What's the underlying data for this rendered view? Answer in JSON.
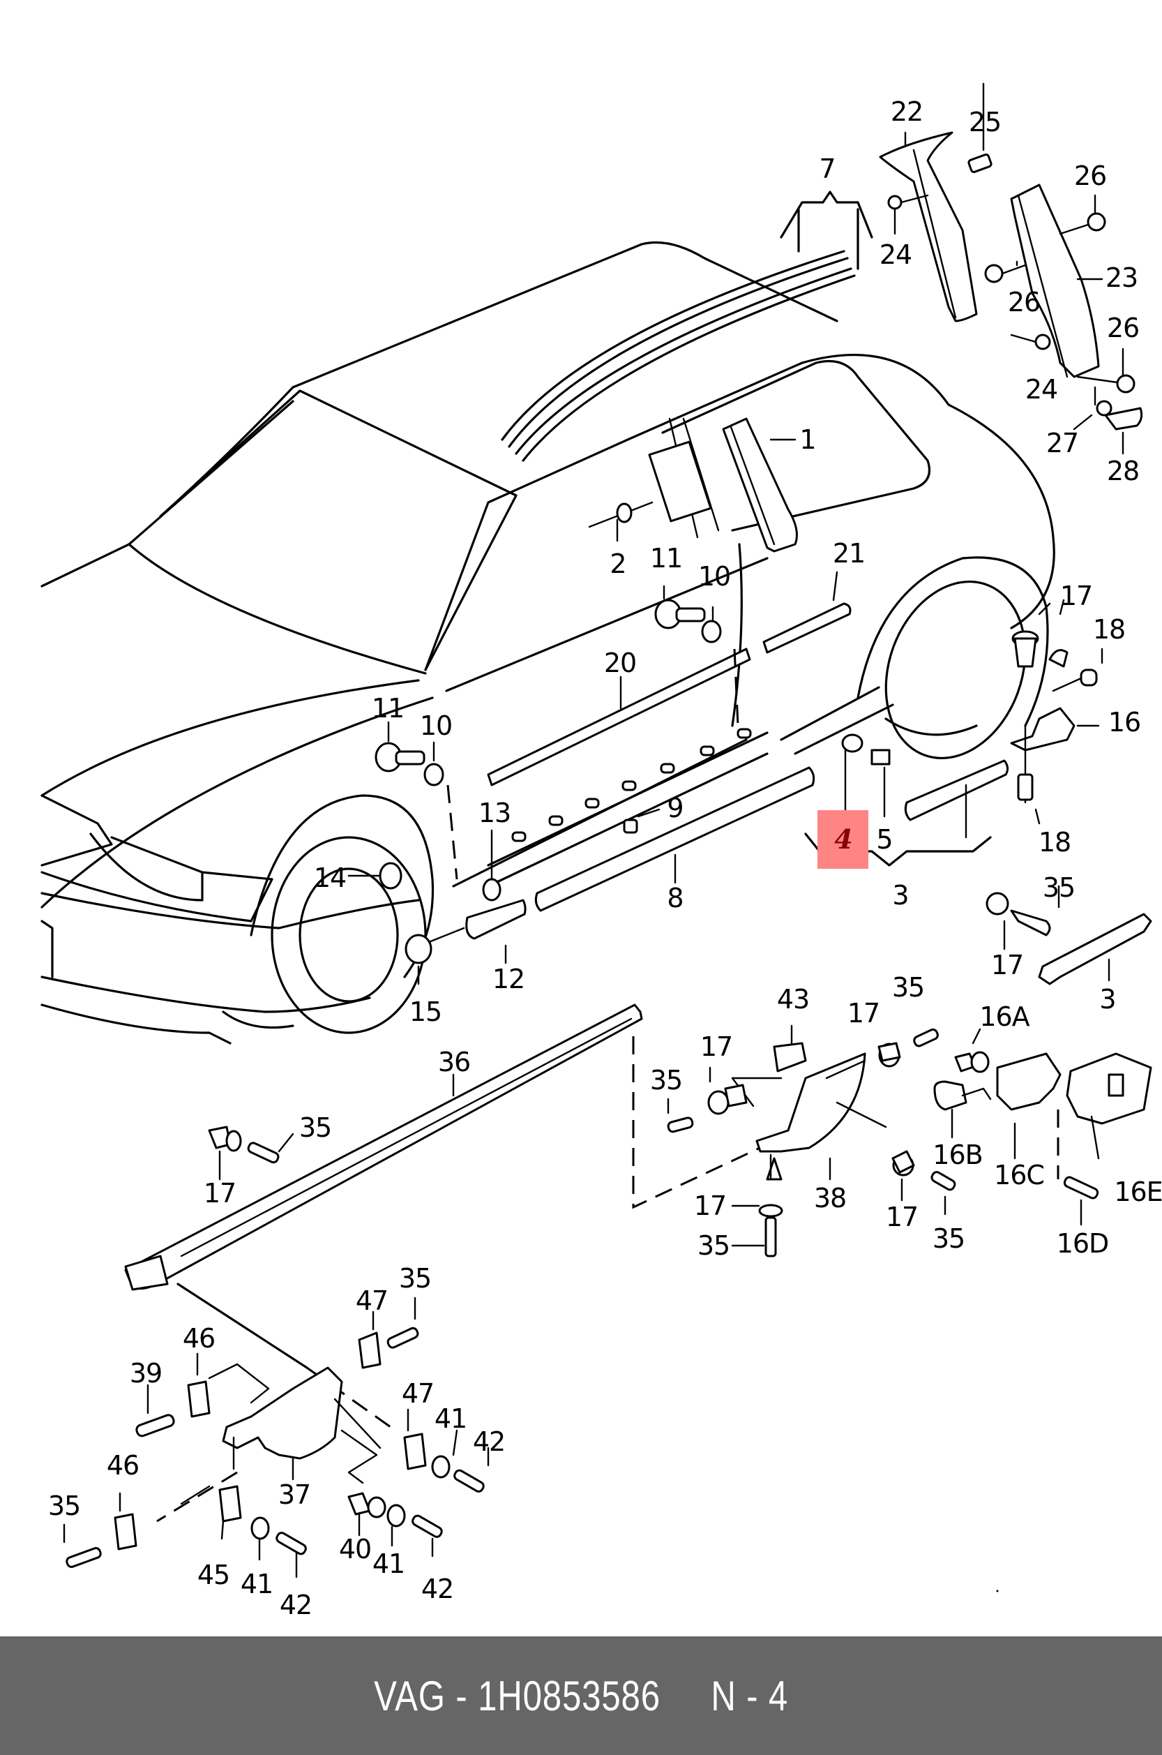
{
  "diagram": {
    "title": "Sill panel trim / side moulding exploded view",
    "highlighted_part": "4",
    "highlight_color": "#ff8585",
    "callouts": [
      {
        "id": "c-22a",
        "text": "22"
      },
      {
        "id": "c-25",
        "text": "25"
      },
      {
        "id": "c-7",
        "text": "7"
      },
      {
        "id": "c-26a",
        "text": "26"
      },
      {
        "id": "c-24a",
        "text": "24"
      },
      {
        "id": "c-23",
        "text": "23"
      },
      {
        "id": "c-26b",
        "text": "26"
      },
      {
        "id": "c-26c",
        "text": "26"
      },
      {
        "id": "c-24b",
        "text": "24"
      },
      {
        "id": "c-1",
        "text": "1"
      },
      {
        "id": "c-27",
        "text": "27"
      },
      {
        "id": "c-28",
        "text": "28"
      },
      {
        "id": "c-2",
        "text": "2"
      },
      {
        "id": "c-11a",
        "text": "11"
      },
      {
        "id": "c-10a",
        "text": "10"
      },
      {
        "id": "c-21",
        "text": "21"
      },
      {
        "id": "c-17a",
        "text": "17"
      },
      {
        "id": "c-18a",
        "text": "18"
      },
      {
        "id": "c-20",
        "text": "20"
      },
      {
        "id": "c-16",
        "text": "16"
      },
      {
        "id": "c-11b",
        "text": "11"
      },
      {
        "id": "c-10b",
        "text": "10"
      },
      {
        "id": "c-13",
        "text": "13"
      },
      {
        "id": "c-9",
        "text": "9"
      },
      {
        "id": "c-4",
        "text": "4"
      },
      {
        "id": "c-5",
        "text": "5"
      },
      {
        "id": "c-18b",
        "text": "18"
      },
      {
        "id": "c-14",
        "text": "14"
      },
      {
        "id": "c-8",
        "text": "8"
      },
      {
        "id": "c-3a",
        "text": "3"
      },
      {
        "id": "c-35a",
        "text": "35"
      },
      {
        "id": "c-12",
        "text": "12"
      },
      {
        "id": "c-17b",
        "text": "17"
      },
      {
        "id": "c-3b",
        "text": "3"
      },
      {
        "id": "c-15",
        "text": "15"
      },
      {
        "id": "c-43",
        "text": "43"
      },
      {
        "id": "c-35b",
        "text": "35"
      },
      {
        "id": "c-17c",
        "text": "17"
      },
      {
        "id": "c-16A",
        "text": "16A"
      },
      {
        "id": "c-36",
        "text": "36"
      },
      {
        "id": "c-17d",
        "text": "17"
      },
      {
        "id": "c-35c",
        "text": "35"
      },
      {
        "id": "c-35d",
        "text": "35"
      },
      {
        "id": "c-16B",
        "text": "16B"
      },
      {
        "id": "c-17e",
        "text": "17"
      },
      {
        "id": "c-16C",
        "text": "16C"
      },
      {
        "id": "c-16E",
        "text": "16E"
      },
      {
        "id": "c-17f",
        "text": "17"
      },
      {
        "id": "c-38",
        "text": "38"
      },
      {
        "id": "c-17g",
        "text": "17"
      },
      {
        "id": "c-35e",
        "text": "35"
      },
      {
        "id": "c-35f",
        "text": "35"
      },
      {
        "id": "c-16D",
        "text": "16D"
      },
      {
        "id": "c-35g",
        "text": "35"
      },
      {
        "id": "c-47a",
        "text": "47"
      },
      {
        "id": "c-46a",
        "text": "46"
      },
      {
        "id": "c-39",
        "text": "39"
      },
      {
        "id": "c-47b",
        "text": "47"
      },
      {
        "id": "c-41a",
        "text": "41"
      },
      {
        "id": "c-42a",
        "text": "42"
      },
      {
        "id": "c-37",
        "text": "37"
      },
      {
        "id": "c-46b",
        "text": "46"
      },
      {
        "id": "c-35h",
        "text": "35"
      },
      {
        "id": "c-40",
        "text": "40"
      },
      {
        "id": "c-45",
        "text": "45"
      },
      {
        "id": "c-41b",
        "text": "41"
      },
      {
        "id": "c-41c",
        "text": "41"
      },
      {
        "id": "c-42b",
        "text": "42"
      },
      {
        "id": "c-42c",
        "text": "42"
      }
    ]
  },
  "footer": {
    "text": "VAG - 1H0853586     N - 4",
    "background": "#666666"
  }
}
